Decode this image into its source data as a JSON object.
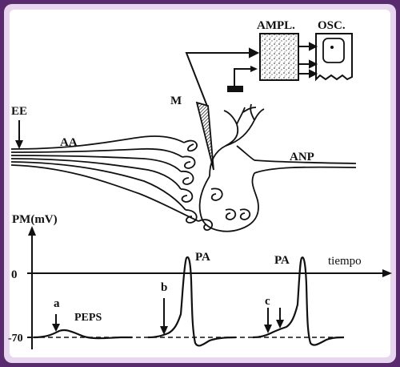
{
  "colors": {
    "frame": "#5a2a6e",
    "frame_glow": "#c9a8d8",
    "ink": "#111111",
    "paper": "#ffffff"
  },
  "labels": {
    "ampl": "AMPL.",
    "osc": "OSC.",
    "ee": "EE",
    "aa": "AA",
    "m": "M",
    "anp": "ANP",
    "pm_mv": "PM(mV)",
    "pa_b": "PA",
    "pa_c": "PA",
    "tiempo": "tiempo",
    "zero": "0",
    "minus70": "-70",
    "a": "a",
    "b": "b",
    "c": "c",
    "peps": "PEPS"
  },
  "icons": [
    "stimulus-arrow-icon",
    "ground-symbol-icon",
    "microelectrode-icon"
  ]
}
